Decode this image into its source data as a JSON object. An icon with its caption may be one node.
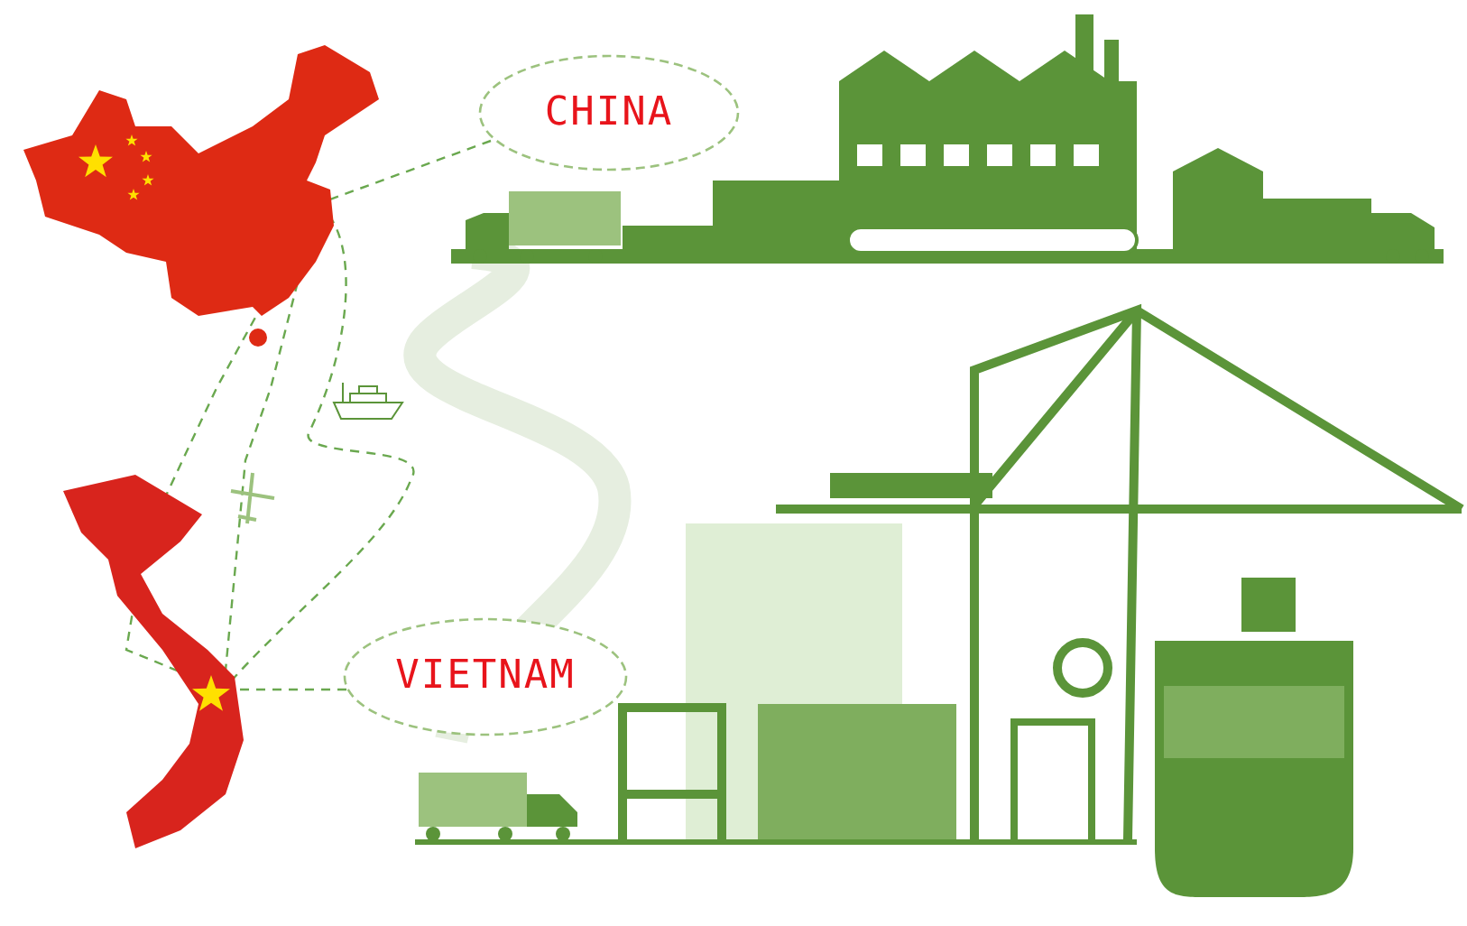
{
  "diagram": {
    "nodes": [
      {
        "text": [],
        "shape": "picture"
      },
      {
        "text": [
          "CHINA"
        ]
      },
      {
        "text": [],
        "shape": "picture"
      },
      {
        "text": [
          "VIETNAM"
        ]
      }
    ],
    "edges": [
      {
        "from": 1,
        "to": 0,
        "arrow": "none",
        "style": "dashed"
      },
      {
        "from": 0,
        "to": 2,
        "arrow": "none",
        "style": "dashed"
      },
      {
        "from": 0,
        "to": 2,
        "arrow": "none",
        "style": "dashed"
      },
      {
        "from": 0,
        "to": 2,
        "arrow": "none",
        "style": "dashed"
      },
      {
        "from": 3,
        "to": 2,
        "arrow": "none",
        "style": "dashed"
      }
    ]
  }
}
